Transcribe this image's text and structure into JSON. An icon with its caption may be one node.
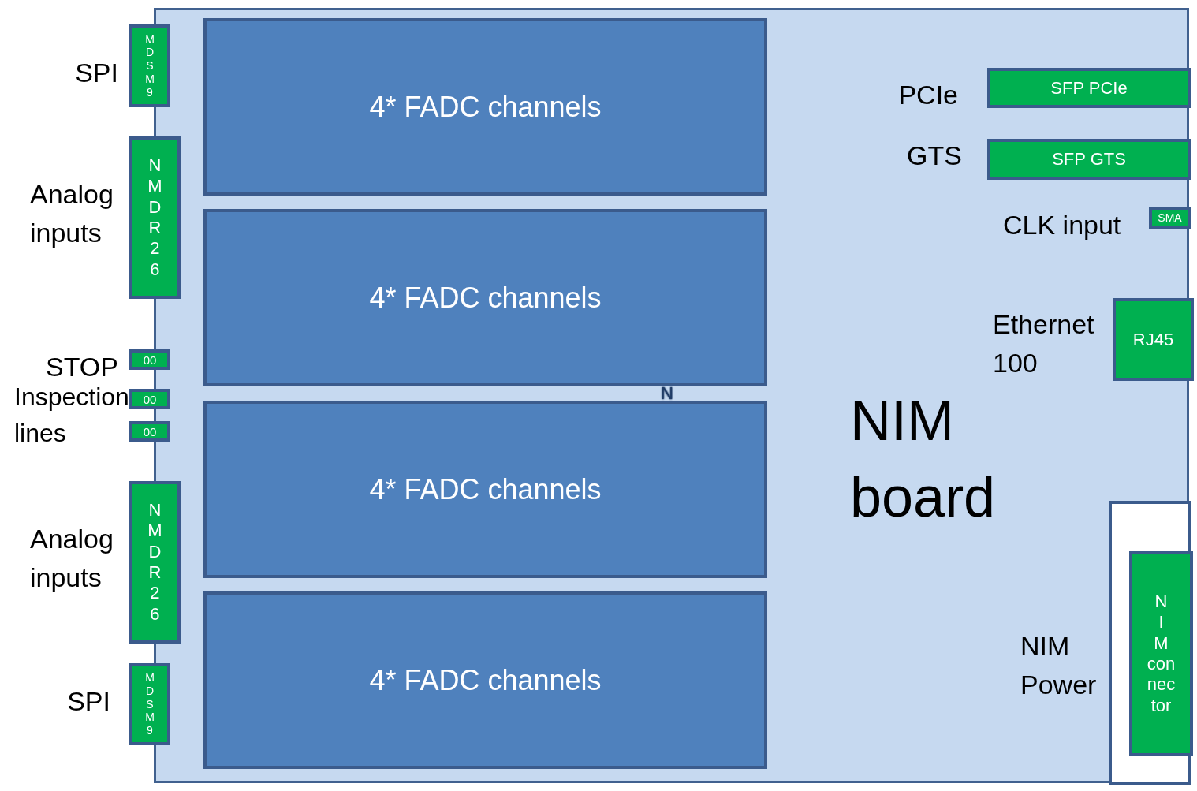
{
  "diagram": {
    "nodes": [
      {
        "text": [
          "NIM board"
        ]
      },
      {
        "text": [
          "4* FADC channels"
        ],
        "in": 0
      },
      {
        "text": [
          "4* FADC channels"
        ],
        "in": 0
      },
      {
        "text": [
          "4* FADC channels"
        ],
        "in": 0
      },
      {
        "text": [
          "4* FADC channels"
        ],
        "in": 0
      },
      {
        "text": [
          "M D S M 9"
        ],
        "beside": [
          "SPI"
        ]
      },
      {
        "text": [
          "N M D R 2 6"
        ],
        "beside": [
          "Analog inputs"
        ]
      },
      {
        "text": [
          "00"
        ],
        "beside": [
          "STOP"
        ]
      },
      {
        "text": [
          "00"
        ]
      },
      {
        "text": [
          "00"
        ]
      },
      {
        "text": [
          "N M D R 2 6"
        ],
        "beside": [
          "Analog inputs"
        ]
      },
      {
        "text": [
          "M D S M 9"
        ],
        "beside": [
          "SPI"
        ]
      },
      {
        "text": [
          "SFP PCIe"
        ],
        "in": 0,
        "beside": [
          "PCIe"
        ]
      },
      {
        "text": [
          "SFP GTS"
        ],
        "in": 0,
        "beside": [
          "GTS"
        ]
      },
      {
        "text": [
          "SMA"
        ],
        "in": 0,
        "beside": [
          "CLK input"
        ]
      },
      {
        "text": [
          "RJ45"
        ],
        "in": 0,
        "beside": [
          "Ethernet 100"
        ]
      },
      {
        "text": [],
        "shape": "box",
        "in": 0,
        "beside": [
          "NIM Power"
        ]
      },
      {
        "text": [
          "N I M con nec tor"
        ],
        "in": 16
      }
    ],
    "labels": [
      "Inspection lines",
      "N"
    ]
  }
}
